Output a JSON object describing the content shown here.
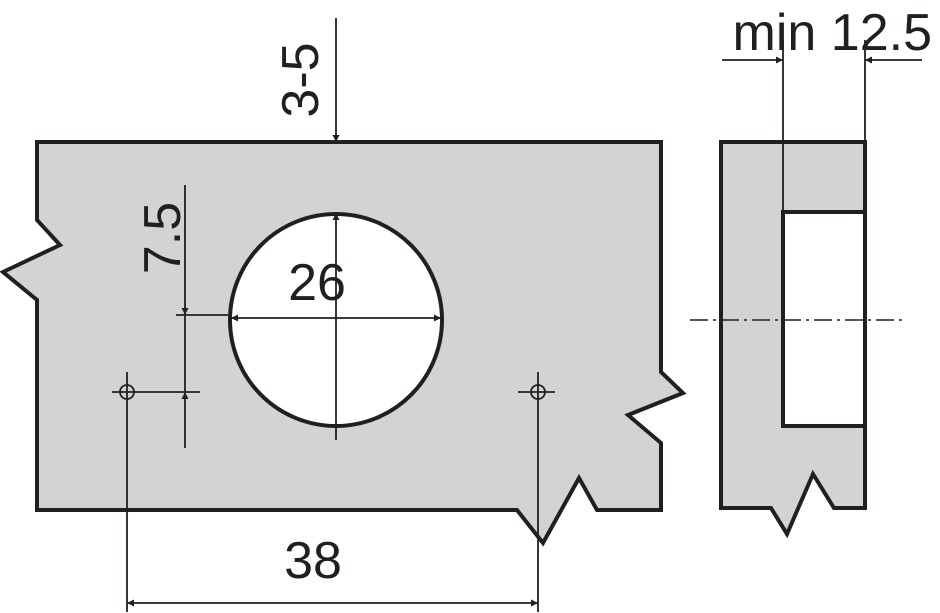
{
  "labels": {
    "depth": "3-5",
    "offset": "7.5",
    "cup_diameter": "26",
    "hole_spacing": "38",
    "min_thickness": "min 12.5"
  },
  "colors": {
    "panel": "#d1d3d4",
    "line": "#231f20"
  }
}
